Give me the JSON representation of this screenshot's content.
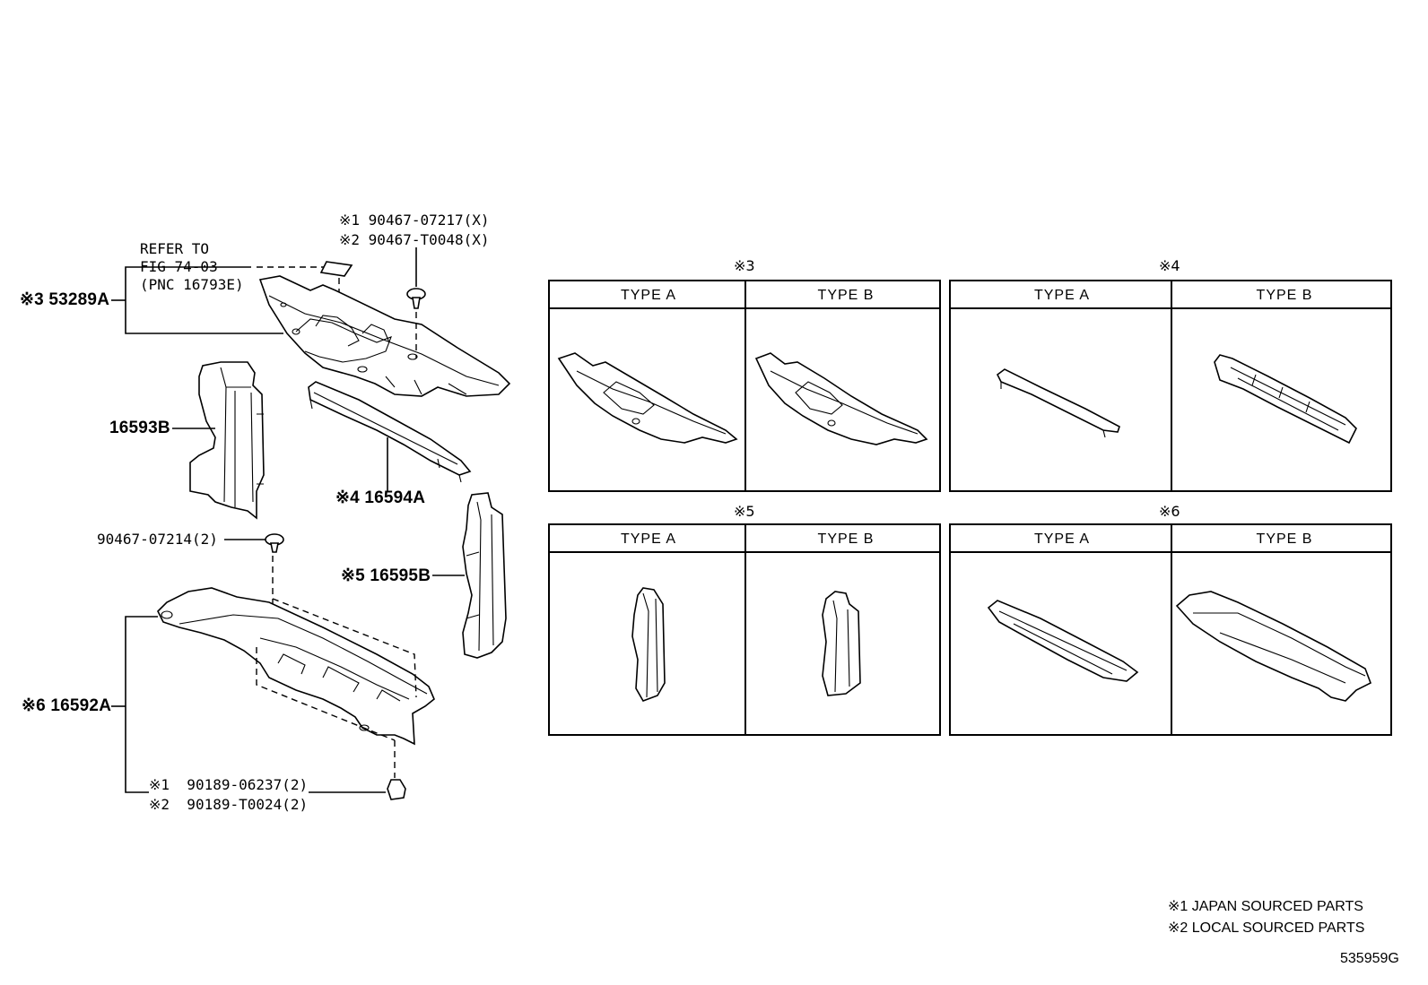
{
  "callouts": {
    "refer_line1": "REFER TO",
    "refer_line2": "FIG 74-03",
    "refer_line3": "(PNC 16793E)",
    "part_53289A": "※3 53289A",
    "fastener_top_1": "※1 90467-07217(X)",
    "fastener_top_2": "※2 90467-T0048(X)",
    "part_16593B": "16593B",
    "part_16594A": "※4 16594A",
    "fastener_mid": "90467-07214(2)",
    "part_16595B": "※5 16595B",
    "part_16592A": "※6 16592A",
    "fastener_bot_1": "※1  90189-06237(2)",
    "fastener_bot_2": "※2  90189-T0024(2)"
  },
  "panels": [
    {
      "title": "※3",
      "col_a": "TYPE A",
      "col_b": "TYPE B"
    },
    {
      "title": "※4",
      "col_a": "TYPE A",
      "col_b": "TYPE B"
    },
    {
      "title": "※5",
      "col_a": "TYPE A",
      "col_b": "TYPE B"
    },
    {
      "title": "※6",
      "col_a": "TYPE A",
      "col_b": "TYPE B"
    }
  ],
  "legend": {
    "line1": "※1 JAPAN SOURCED PARTS",
    "line2": "※2 LOCAL SOURCED PARTS"
  },
  "diagram_id": "535959G"
}
